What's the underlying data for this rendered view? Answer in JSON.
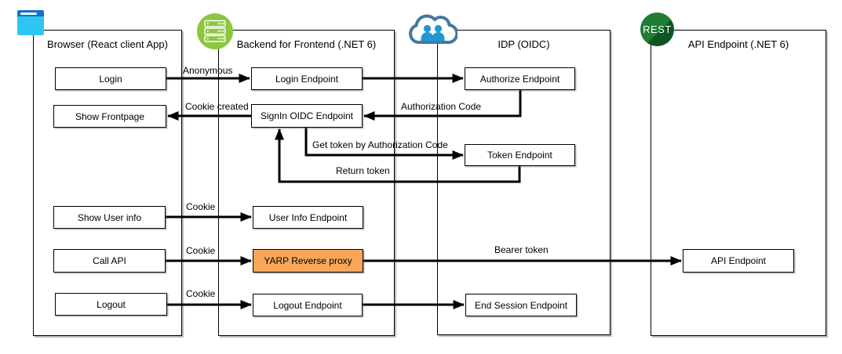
{
  "containers": {
    "browser": {
      "title": "Browser (React client App)",
      "nodes": {
        "login": "Login",
        "show_frontpage": "Show Frontpage",
        "show_user_info": "Show User info",
        "call_api": "Call API",
        "logout": "Logout"
      }
    },
    "bff": {
      "title": "Backend for Frontend (.NET 6)",
      "nodes": {
        "login_endpoint": "Login Endpoint",
        "signin_oidc_endpoint": "SignIn OIDC Endpoint",
        "user_info_endpoint": "User Info Endpoint",
        "yarp_reverse_proxy": "YARP Reverse proxy",
        "logout_endpoint": "Logout Endpoint"
      }
    },
    "idp": {
      "title": "IDP (OIDC)",
      "nodes": {
        "authorize_endpoint": "Authorize Endpoint",
        "token_endpoint": "Token Endpoint",
        "end_session_endpoint": "End Session Endpoint"
      }
    },
    "api": {
      "title": "API Endpoint (.NET 6)",
      "nodes": {
        "api_endpoint": "API Endpoint"
      }
    }
  },
  "edge_labels": {
    "anonymous": "Anonymous",
    "cookie_created": "Cookie created",
    "authorization_code": "Authorization Code",
    "get_token_by_authorization_code": "Get token by Authorization Code",
    "return_token": "Return token",
    "cookie_user_info": "Cookie",
    "cookie_call_api": "Cookie",
    "cookie_logout": "Cookie",
    "bearer_token": "Bearer token"
  },
  "icons": {
    "rest_badge_label": "REST"
  },
  "colors": {
    "yarp_fill": "#F9A65A",
    "server_icon_green": "#8DC63F",
    "rest_icon_green": "#1E7C33",
    "rest_icon_green_dark": "#0D5624",
    "browser_icon_body_blue": "#2EC6F0",
    "browser_icon_header_blue": "#1470CC",
    "cloud_icon_outline_blue": "#45789B",
    "cloud_icon_person_blue": "#1E97D4",
    "connector_black": "#000000"
  }
}
